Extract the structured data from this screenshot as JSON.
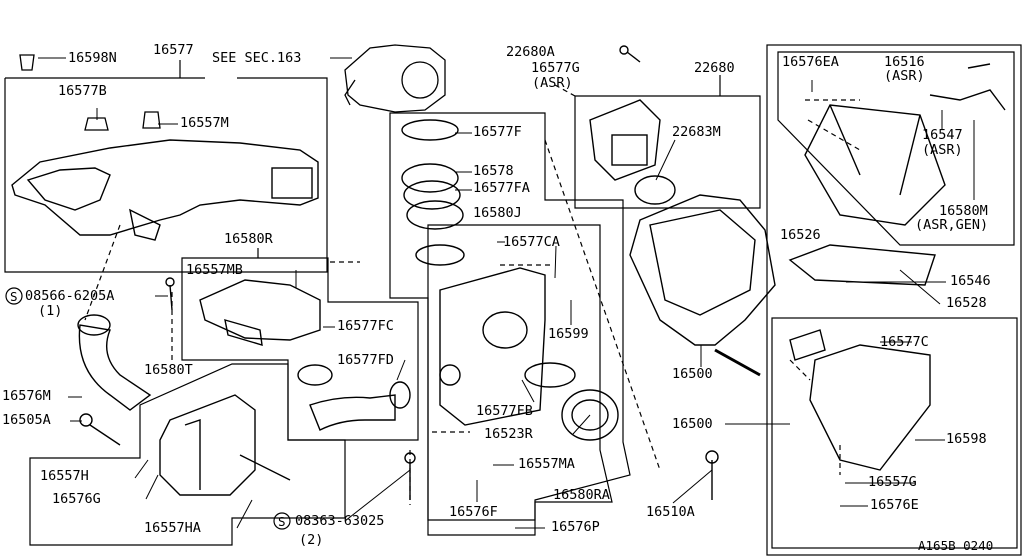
{
  "diagram_code": "A165B 0240",
  "labels": {
    "p16598N": "16598N",
    "p16577": "16577",
    "see_sec": "SEE SEC.163",
    "p22680A": "22680A",
    "p16577G": "16577G",
    "asr_1": "(ASR)",
    "p22680": "22680",
    "p16576EA": "16576EA",
    "p16516": "16516",
    "asr_2": "(ASR)",
    "p16577B": "16577B",
    "p16557M": "16557M",
    "p16577F": "16577F",
    "p22683M": "22683M",
    "p16547": "16547",
    "asr_3": "(ASR)",
    "p16578": "16578",
    "p16577FA": "16577FA",
    "p16580M": "16580M",
    "asr_gen": "(ASR,GEN)",
    "p16580J": "16580J",
    "p16526": "16526",
    "p16580R": "16580R",
    "p16577CA": "16577CA",
    "p16557MB": "16557MB",
    "p16546": "16546",
    "s08566": "08566-6205A",
    "qty_1": "(1)",
    "p16528": "16528",
    "p16599": "16599",
    "p16577FC": "16577FC",
    "p16577C": "16577C",
    "p16577FD": "16577FD",
    "p16576M": "16576M",
    "p16580T": "16580T",
    "p16500a": "16500",
    "p16505A": "16505A",
    "p16577FB": "16577FB",
    "p16523R": "16523R",
    "p16500b": "16500",
    "p16598": "16598",
    "p16557H": "16557H",
    "p16557MA": "16557MA",
    "p16576G": "16576G",
    "p16557G": "16557G",
    "p16580RA": "16580RA",
    "p16576E": "16576E",
    "p16576F": "16576F",
    "p16510A": "16510A",
    "p16557HA": "16557HA",
    "s08363": "08363-63025",
    "qty_2": "(2)",
    "p16576P": "16576P"
  }
}
